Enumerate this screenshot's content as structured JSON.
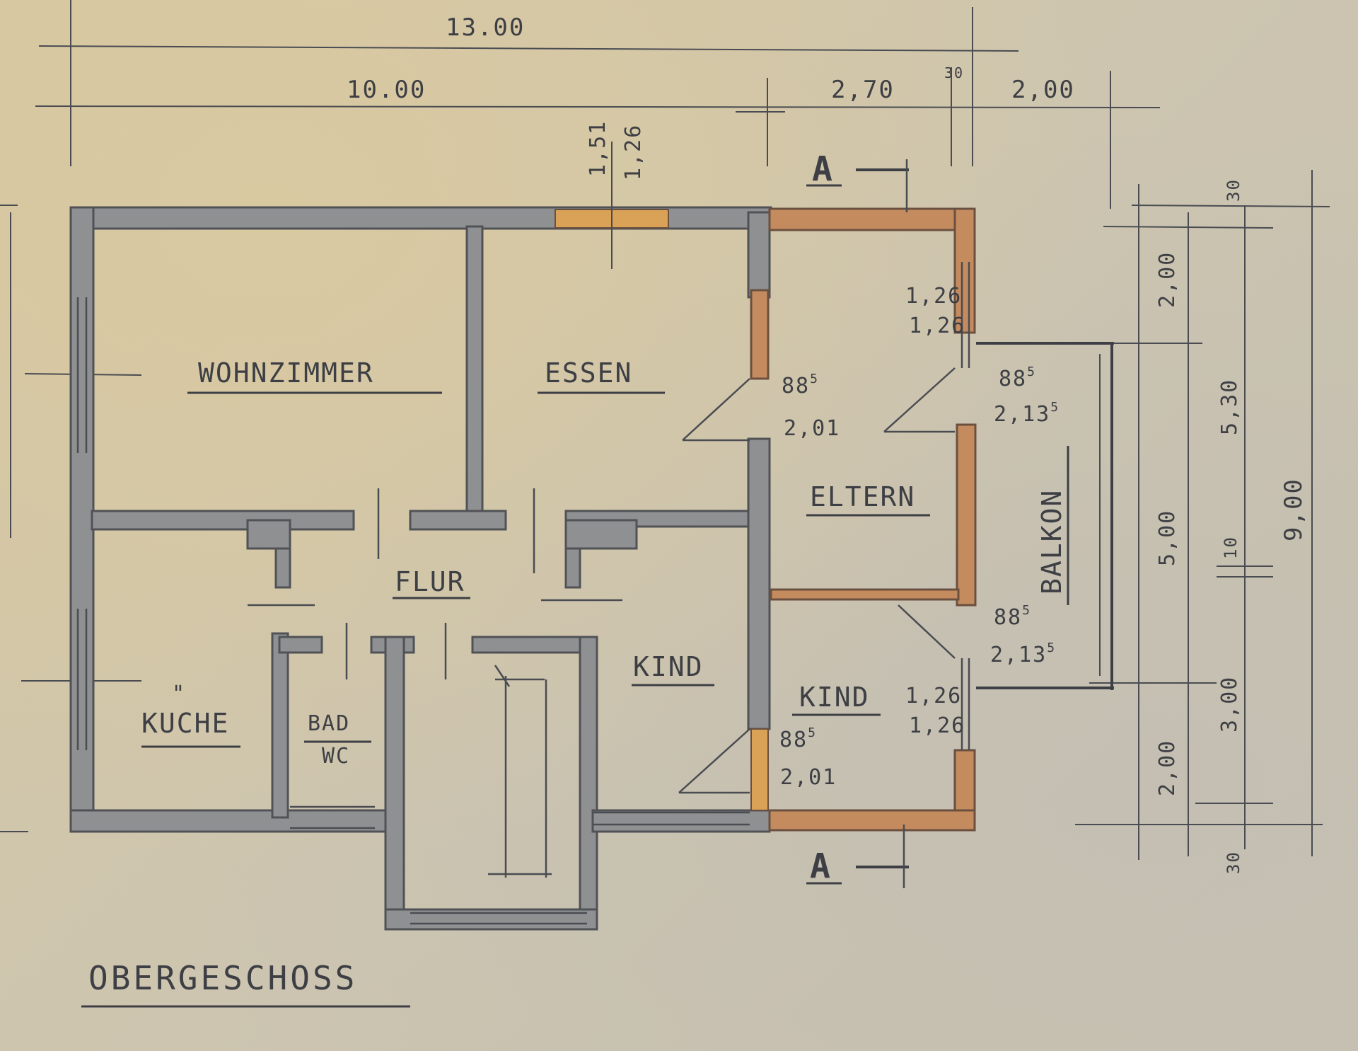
{
  "plan_title": "OBERGESCHOSS",
  "rooms": {
    "wohnzimmer": "WOHNZIMMER",
    "essen": "ESSEN",
    "eltern": "ELTERN",
    "balkon": "BALKON",
    "flur": "FLUR",
    "kind_1": "KIND",
    "kind_2": "KIND",
    "kueche": "KUCHE",
    "kueche_umlaut": "\"",
    "bad_line1": "BAD",
    "bad_line2": "WC"
  },
  "dimensions": {
    "overall_width": "13.00",
    "width_segment_1": "10.00",
    "width_segment_2": "2,70",
    "width_segment_3": "30",
    "width_segment_4": "2,00",
    "window_essen_top": "1,51",
    "window_essen_bottom": "1,26",
    "window_eltern_top": "1,26",
    "window_eltern_bottom": "1,26",
    "window_kind_top": "1,26",
    "window_kind_bottom": "1,26",
    "door_eltern_width": "88",
    "door_eltern_width_sup": "5",
    "door_eltern_height": "2,01",
    "door_balkon_width": "88",
    "door_balkon_width_sup": "5",
    "door_balkon_height": "2,13",
    "door_balkon_height_sup": "5",
    "door_kind_balkon_width": "88",
    "door_kind_balkon_width_sup": "5",
    "door_kind_balkon_height": "2,13",
    "door_kind_balkon_height_sup": "5",
    "door_kind_width": "88",
    "door_kind_width_sup": "5",
    "door_kind_height": "2,01",
    "right_top_30": "30",
    "right_200_top": "2,00",
    "right_530": "5,30",
    "right_500": "5,00",
    "right_10": "10",
    "right_900": "9,00",
    "right_300": "3,00",
    "right_200_bottom": "2,00",
    "right_bottom_30": "30"
  },
  "section_marks": {
    "top": "A",
    "bottom": "A"
  },
  "colors": {
    "paper": "#cdc3a9",
    "wall": "#8f9092",
    "new_wall": "#c48b5f",
    "window_highlight": "#d9a257",
    "ink": "#3d3f44"
  }
}
